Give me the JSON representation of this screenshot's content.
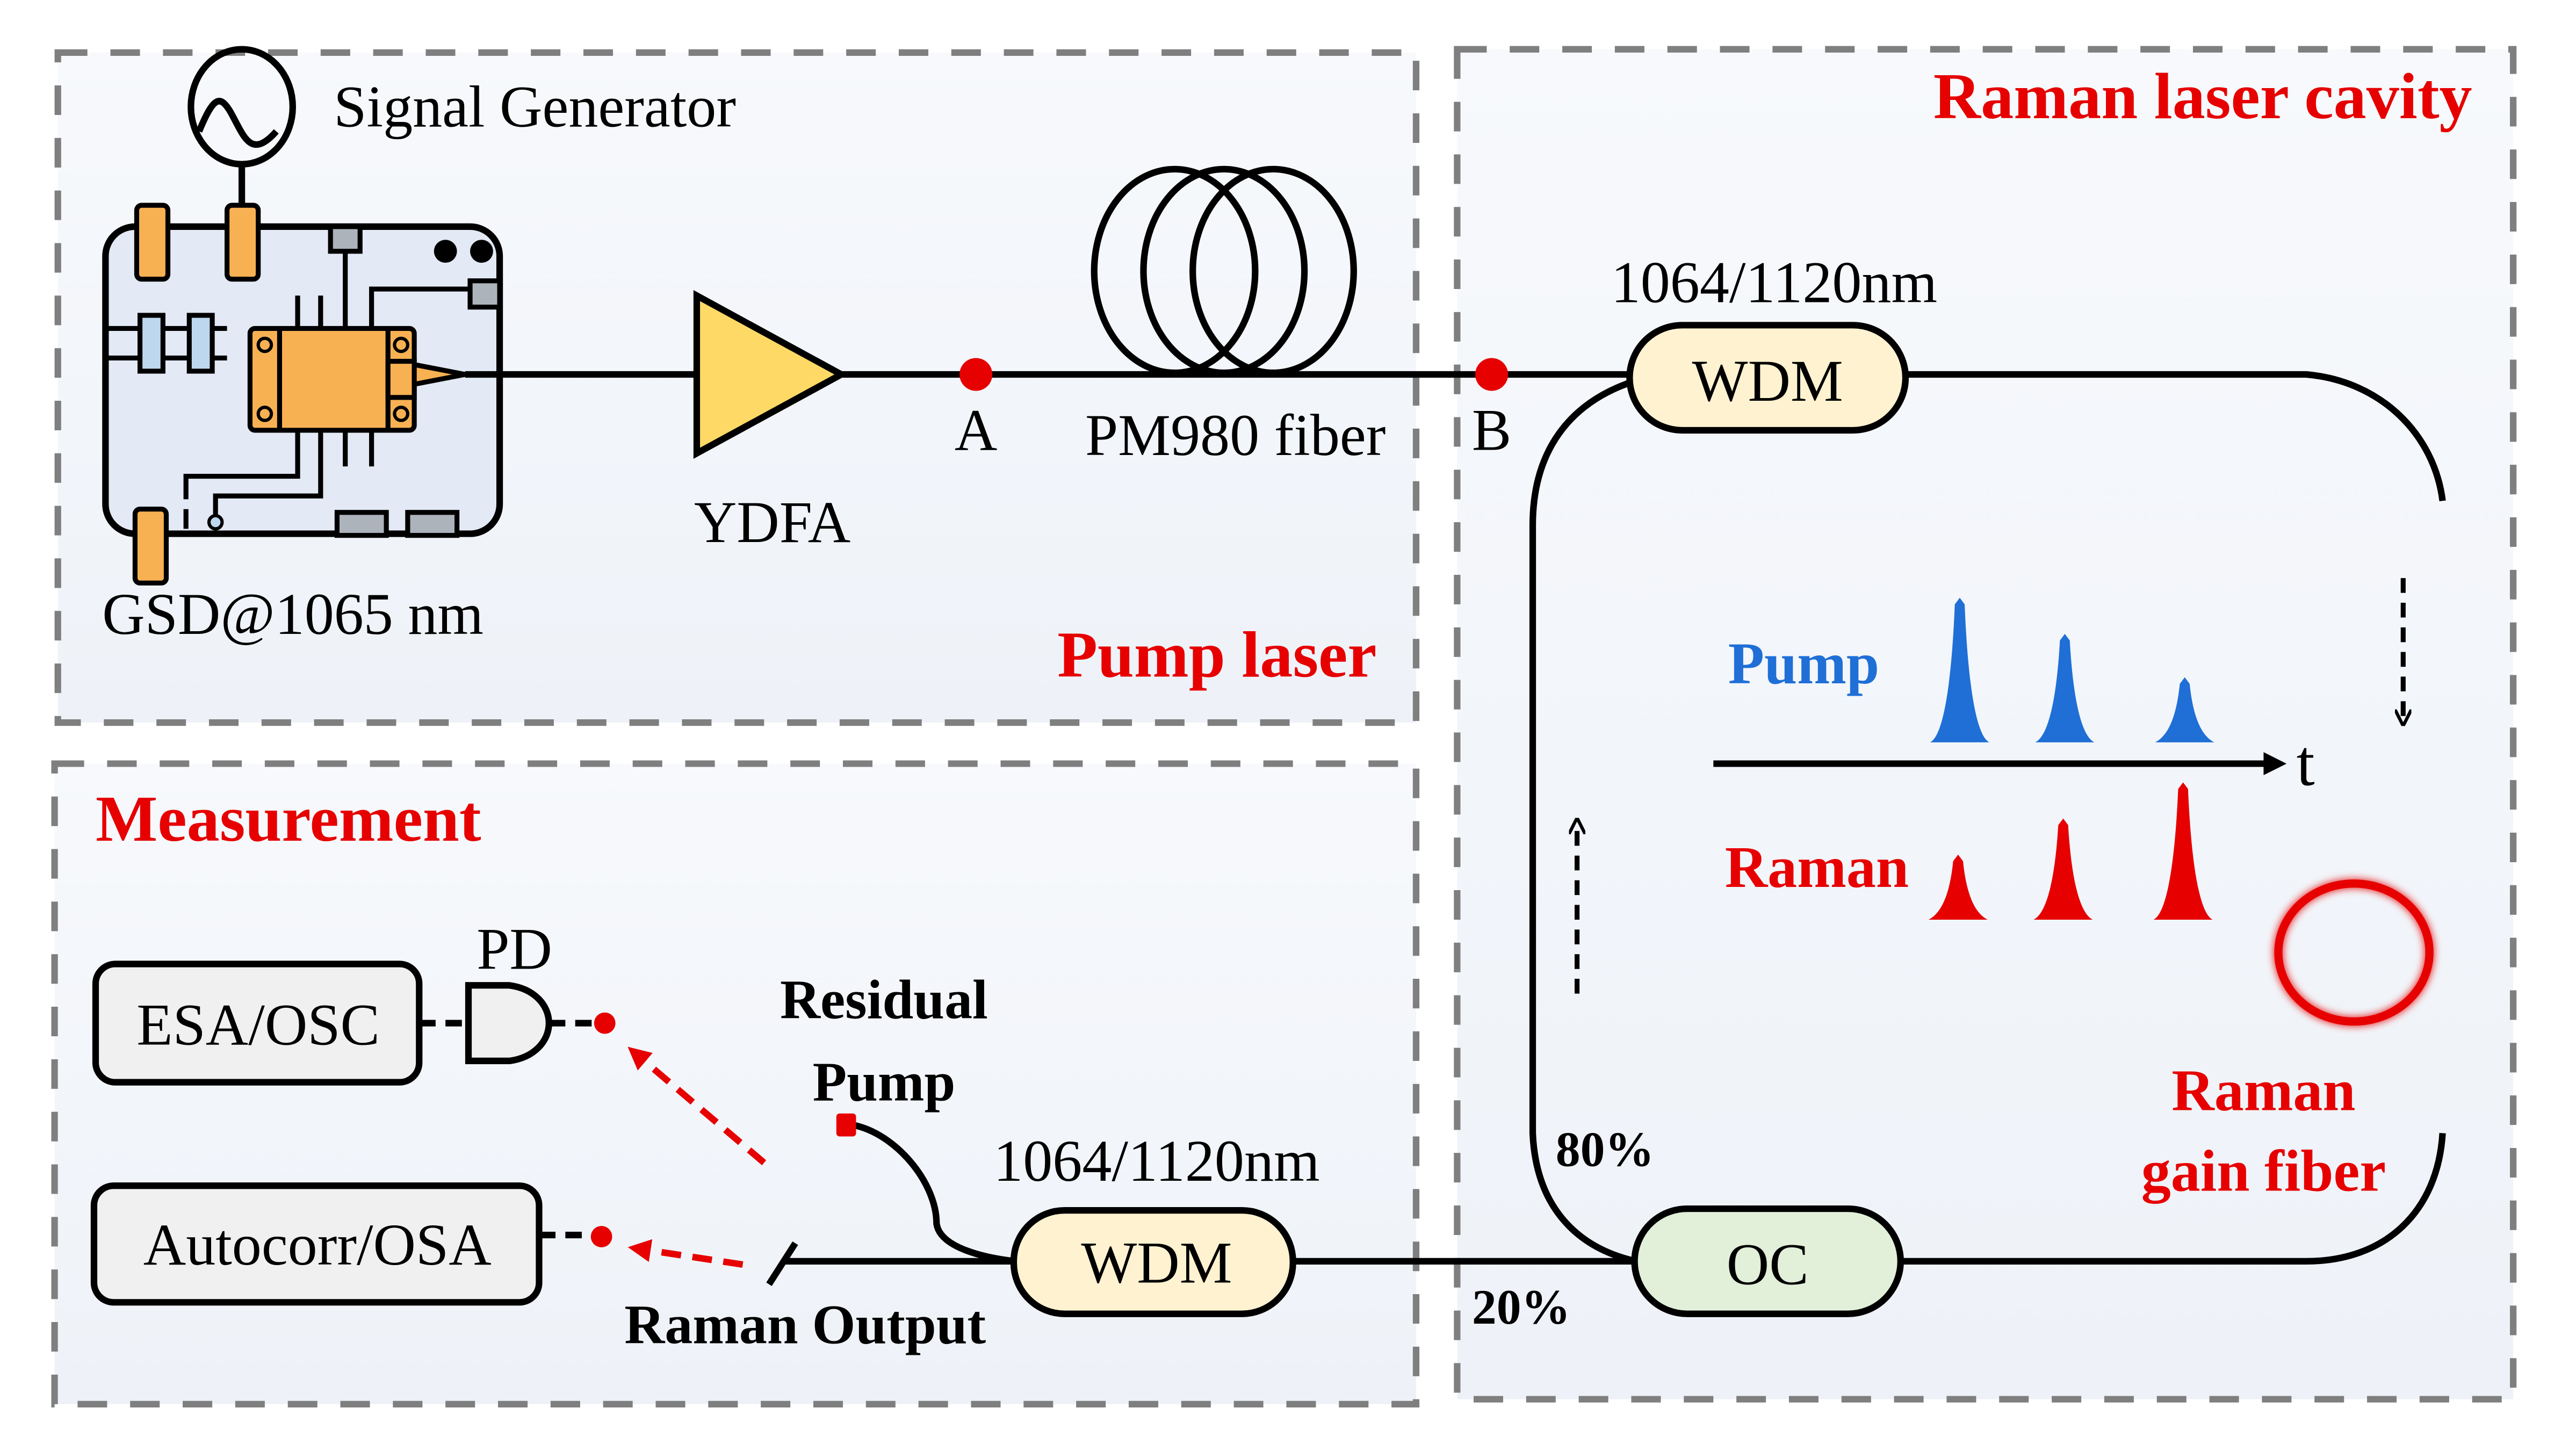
{
  "panels": {
    "pump_laser": {
      "title": "Pump laser"
    },
    "measurement": {
      "title": "Measurement"
    },
    "raman_cavity": {
      "title": "Raman laser cavity"
    }
  },
  "components": {
    "signal_generator": "Signal Generator",
    "seed_laser": "GSD@1065 nm",
    "amplifier": "YDFA",
    "point_a": "A",
    "point_b": "B",
    "fiber_spool": "PM980 fiber",
    "wdm_cavity_label": "1064/1120nm",
    "wdm_cavity": "WDM",
    "oc": "OC",
    "oc_port_80": "80%",
    "oc_port_20": "20%",
    "gain_fiber_line1": "Raman",
    "gain_fiber_line2": "gain fiber",
    "wdm_output_label": "1064/1120nm",
    "wdm_output": "WDM",
    "residual_pump_line1": "Residual",
    "residual_pump_line2": "Pump",
    "raman_output": "Raman Output",
    "pd": "PD",
    "esa_osc": "ESA/OSC",
    "autocorr_osa": "Autocorr/OSA"
  },
  "pulse_inset": {
    "pump_label": "Pump",
    "raman_label": "Raman",
    "time_axis_label": "t",
    "pump_relative_heights": [
      1.0,
      0.75,
      0.45
    ],
    "raman_relative_heights": [
      0.45,
      0.7,
      0.95
    ]
  },
  "colors": {
    "accent_red": "#e60000",
    "pump_blue": "#1f6fd6",
    "wdm_fill": "#fff2d0",
    "oc_fill": "#e2efd9",
    "amp_fill": "#ffd966",
    "module_fill": "#f8b152",
    "board_fill": "#e3e9f5",
    "instrument_fill": "#f0f0f0",
    "panel_border": "#7f7f7f"
  }
}
